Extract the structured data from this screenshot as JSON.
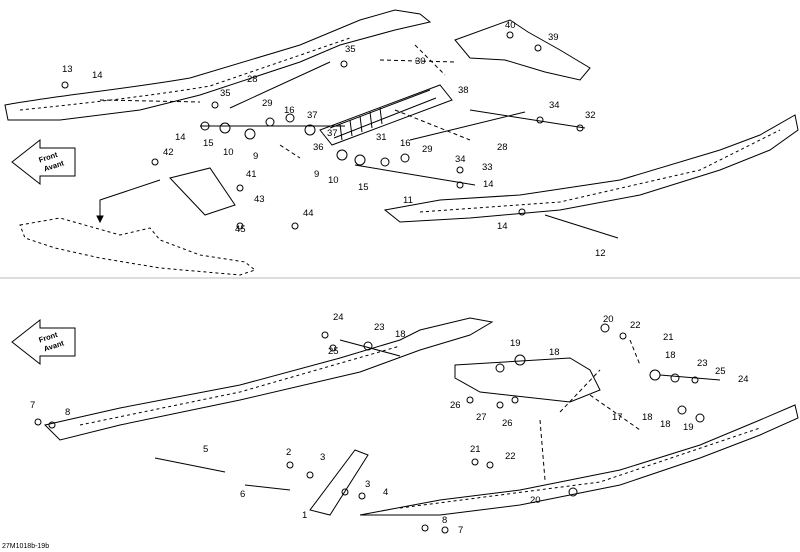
{
  "labels_top": [
    "1",
    "2",
    "3",
    "4",
    "5",
    "6",
    "7",
    "8",
    "9",
    "10",
    "11",
    "12",
    "13",
    "14",
    "15",
    "16",
    "17",
    "18",
    "19",
    "20",
    "21",
    "22",
    "23",
    "24",
    "25",
    "26",
    "27",
    "28",
    "29",
    "30",
    "31",
    "32",
    "33",
    "34",
    "35",
    "36",
    "37",
    "38",
    "39",
    "40",
    "41",
    "42",
    "43",
    "44",
    "45"
  ],
  "front_arrow": {
    "line1": "Front",
    "line2": "Avant"
  },
  "figure_code": "27M1018b-19b",
  "colors": {
    "line": "#000000",
    "divider": "#bbbbbb",
    "part": "#ffffff"
  }
}
